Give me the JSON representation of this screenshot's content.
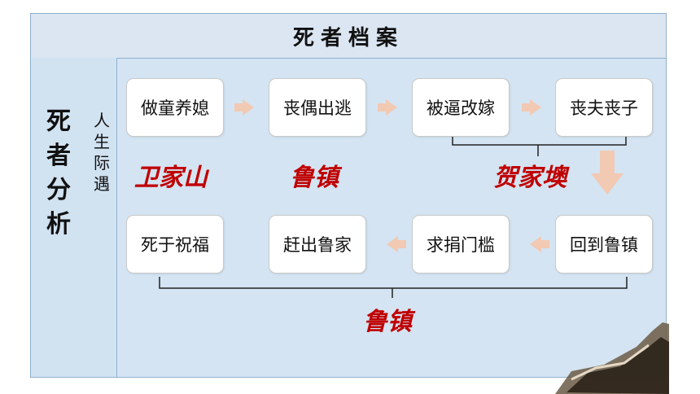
{
  "title": "死者档案",
  "left_label": "死者分析",
  "mid_label": "人生际遇",
  "row1": [
    "做童养媳",
    "丧偶出逃",
    "被逼改嫁",
    "丧夫丧子"
  ],
  "row2": [
    "死于祝福",
    "赶出鲁家",
    "求捐门槛",
    "回到鲁镇"
  ],
  "places": {
    "p1": "卫家山",
    "p2": "鲁镇",
    "p3": "贺家墺",
    "p4": "鲁镇"
  },
  "colors": {
    "accent_red": "#c00000",
    "arrow": "#f2c9b3",
    "panel": "#d4e4f2"
  }
}
